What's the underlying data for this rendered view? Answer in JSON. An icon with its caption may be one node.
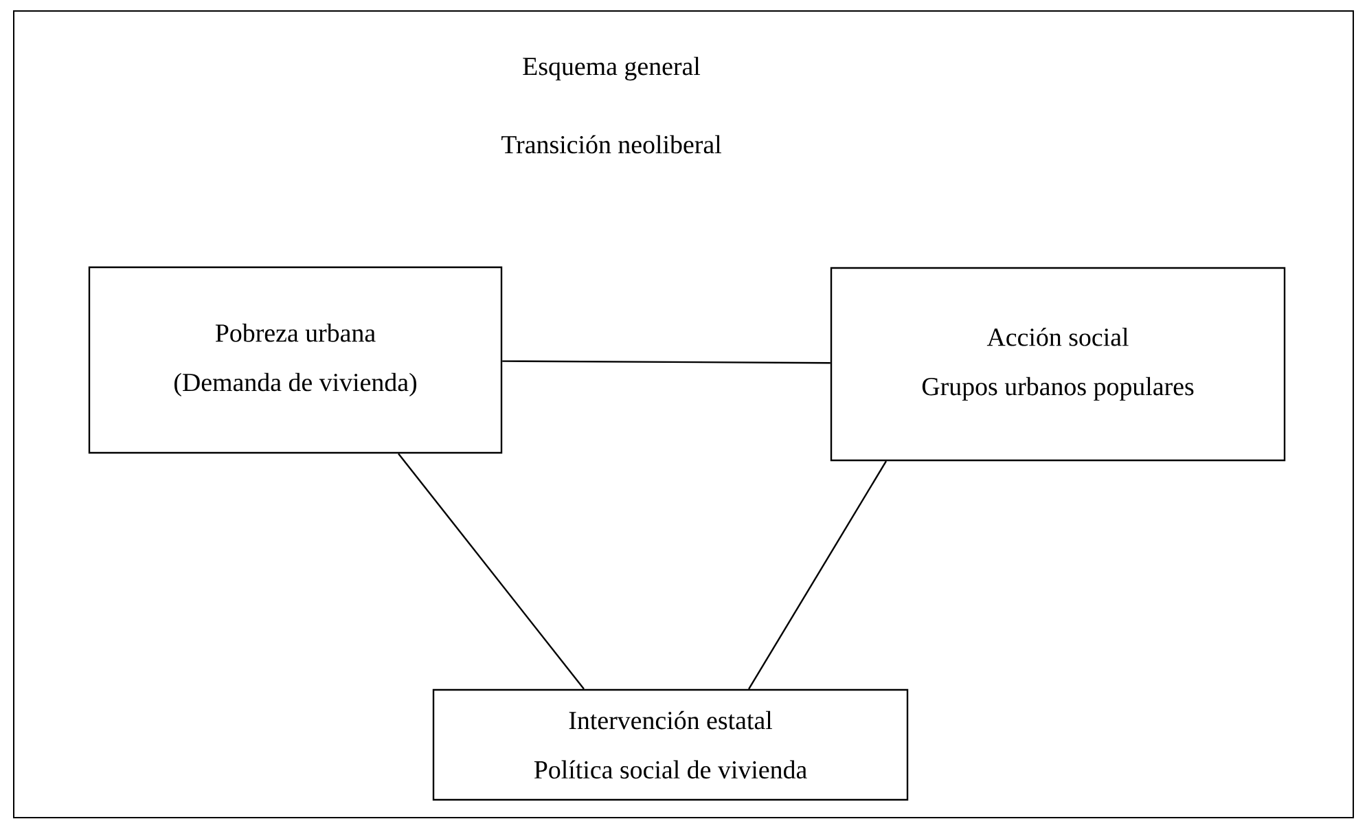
{
  "diagram": {
    "title": "Esquema general",
    "nodes": [
      {
        "text": [
          "Pobreza urbana",
          "(Demanda de vivienda)"
        ]
      },
      {
        "text": [
          "Acción social",
          "Grupos urbanos populares"
        ]
      },
      {
        "text": [
          "Intervención estatal",
          "Política social de vivienda"
        ]
      }
    ],
    "edges": [
      {
        "from": 0,
        "to": 1,
        "arrow": "none"
      },
      {
        "from": 0,
        "to": 2,
        "arrow": "none"
      },
      {
        "from": 1,
        "to": 2,
        "arrow": "none"
      }
    ],
    "labels": [
      "Transición neoliberal"
    ]
  }
}
